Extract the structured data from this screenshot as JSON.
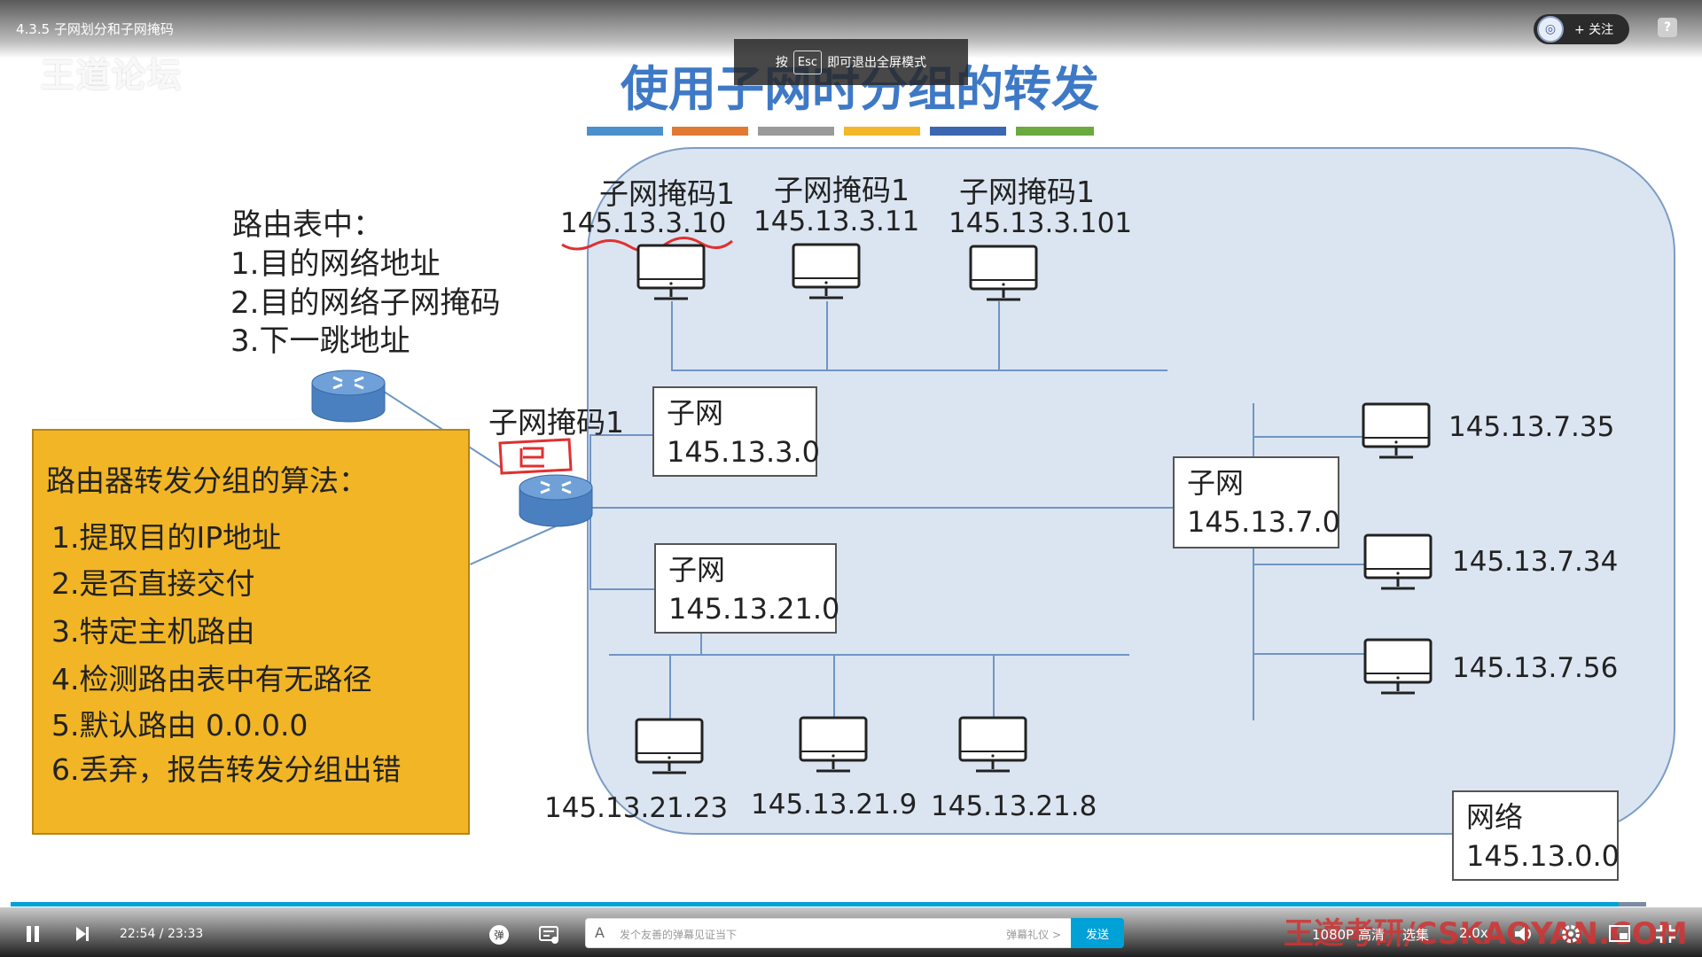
{
  "window": {
    "video_title": "4.3.5 子网划分和子网掩码",
    "watermark": "王道论坛",
    "follow_label": "+ 关注",
    "help": "?",
    "esc_banner": {
      "press": "按",
      "key": "Esc",
      "suffix": "即可退出全屏模式"
    }
  },
  "slide": {
    "title": "使用子网时分组的转发",
    "strip_colors": [
      "#4a90cc",
      "#e07a33",
      "#9a9a9a",
      "#f2b82a",
      "#3b66b0",
      "#6aaa3e"
    ],
    "routing_table": {
      "heading": "路由表中：",
      "items": [
        "1.目的网络地址",
        "2.目的网络子网掩码",
        "3.下一跳地址"
      ]
    },
    "router_mask_label": "子网掩码1",
    "top_hosts": [
      {
        "mask": "子网掩码1",
        "ip": "145.13.3.10"
      },
      {
        "mask": "子网掩码1",
        "ip": "145.13.3.11"
      },
      {
        "mask": "子网掩码1",
        "ip": "145.13.3.101"
      }
    ],
    "subnets": [
      {
        "label": "子网",
        "addr": "145.13.3.0"
      },
      {
        "label": "子网",
        "addr": "145.13.21.0"
      },
      {
        "label": "子网",
        "addr": "145.13.7.0"
      }
    ],
    "right_hosts": [
      "145.13.7.35",
      "145.13.7.34",
      "145.13.7.56"
    ],
    "bottom_hosts": [
      "145.13.21.23",
      "145.13.21.9",
      "145.13.21.8"
    ],
    "network": {
      "label": "网络",
      "addr": "145.13.0.0"
    },
    "algorithm": {
      "title": "路由器转发分组的算法：",
      "items": [
        "1.提取目的IP地址",
        "2.是否直接交付",
        "3.特定主机路由",
        "4.检测路由表中有无路径",
        "5.默认路由 0.0.0.0",
        "6.丢弃，报告转发分组出错"
      ]
    },
    "colors": {
      "accent": "#3e79c6",
      "algo_bg": "#f1b525",
      "network_bg": "#dbe5f1",
      "router": "#5b8fc9"
    }
  },
  "player": {
    "time": "22:54 / 23:33",
    "progress": 0.983,
    "danmaku_toggle": "弹",
    "danmaku_placeholder": "发个友善的弹幕见证当下",
    "danmaku_etiquette": "弹幕礼仪 >",
    "send": "发送",
    "quality": "1080P 高清",
    "episodes": "选集",
    "speed": "2.0x",
    "brand_watermark": "王道考研/CSKAOYAN.COM"
  }
}
